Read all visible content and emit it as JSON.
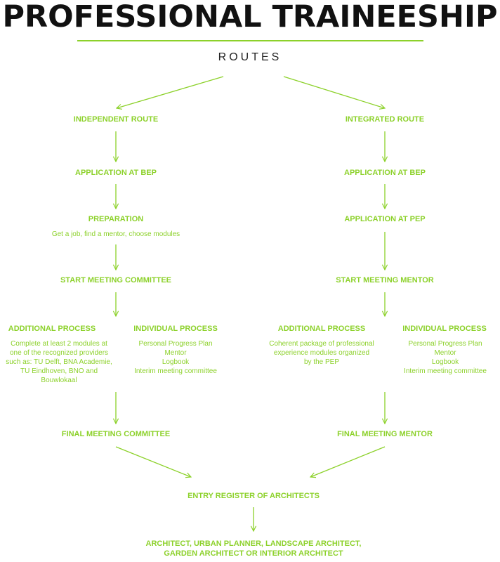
{
  "title": "PROFESSIONAL TRAINEESHIP",
  "subtitle": "ROUTES",
  "colors": {
    "accent": "#8cd12a",
    "title": "#111111",
    "subtitle": "#222222"
  },
  "independent": {
    "route": "INDEPENDENT ROUTE",
    "application": "APPLICATION AT BEP",
    "preparation": "PREPARATION",
    "preparation_desc": "Get a job, find a mentor, choose modules",
    "start_meeting": "START MEETING COMMITTEE",
    "additional_process": "ADDITIONAL PROCESS",
    "additional_desc": [
      "Complete at least 2 modules at",
      "one of the recognized providers",
      "such as: TU Delft, BNA Academie,",
      "TU Eindhoven, BNO and",
      "Bouwlokaal"
    ],
    "individual_process": "INDIVIDUAL PROCESS",
    "individual_desc": [
      "Personal Progress Plan",
      "Mentor",
      "Logbook",
      "Interim meeting committee"
    ],
    "final_meeting": "FINAL MEETING COMMITTEE"
  },
  "integrated": {
    "route": "INTEGRATED ROUTE",
    "application_bep": "APPLICATION AT BEP",
    "application_pep": "APPLICATION AT PEP",
    "start_meeting": "START MEETING MENTOR",
    "additional_process": "ADDITIONAL PROCESS",
    "additional_desc": [
      "Coherent package of professional",
      "experience modules organized",
      "by the PEP"
    ],
    "individual_process": "INDIVIDUAL PROCESS",
    "individual_desc": [
      "Personal Progress Plan",
      "Mentor",
      "Logbook",
      "Interim meeting committee"
    ],
    "final_meeting": "FINAL MEETING MENTOR"
  },
  "entry": "ENTRY REGISTER OF ARCHITECTS",
  "outcome": [
    "ARCHITECT, URBAN PLANNER, LANDSCAPE ARCHITECT,",
    "GARDEN ARCHITECT OR INTERIOR ARCHITECT"
  ]
}
